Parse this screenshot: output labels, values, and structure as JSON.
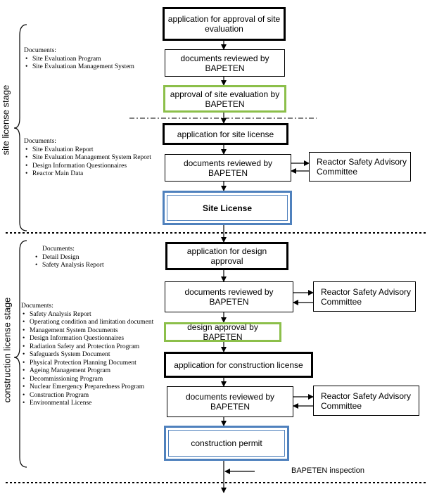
{
  "stages": {
    "site": "site license stage",
    "construction": "construction license stage"
  },
  "boxes": {
    "app_site_eval": "application for approval of site evaluation",
    "review_1": "documents reviewed by BAPETEN",
    "approval_site_eval": "approval of site evaluation by BAPETEN",
    "app_site_license": "application for site license",
    "review_2": "documents reviewed by BAPETEN",
    "rsac_1": "Reactor Safety Advisory Committee",
    "site_license": "Site License",
    "app_design": "application for design approval",
    "review_3": "documents reviewed by BAPETEN",
    "rsac_2": "Reactor Safety Advisory Committee",
    "design_approval": "design approval by BAPETEN",
    "app_construction": "application for construction license",
    "review_4": "documents reviewed by BAPETEN",
    "rsac_3": "Reactor Safety Advisory Committee",
    "construction_permit": "construction permit"
  },
  "inspection": "BAPETEN inspection",
  "documents": [
    {
      "title": "Documents:",
      "items": [
        "Site Evaluatioan Program",
        "Site Evaluatioan Management System"
      ]
    },
    {
      "title": "Documents:",
      "items": [
        "Site Evaluation Report",
        "Site Evaluation Management System Report",
        "Design Information Questionnaires",
        "Reactor Main Data"
      ]
    },
    {
      "title": "Documents:",
      "items": [
        "Detail Design",
        "Safety Analysis Report"
      ]
    },
    {
      "title": "Documents:",
      "items": [
        "Safety Analysis Report",
        "Operationg condition and limitation document",
        "Management System Documents",
        "Design Information Questionnaires",
        "Radiation Safety and Protection Program",
        "Safeguards System Document",
        "Physical Protection Planning Document",
        "Ageing Management Program",
        "Decommissioning Program",
        "Nuclear Emergency Preparedness Program",
        "Construction Program",
        "Environmental License"
      ]
    }
  ]
}
